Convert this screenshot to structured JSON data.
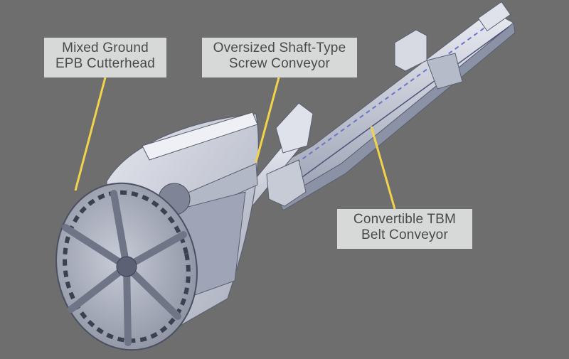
{
  "labels": {
    "cutterhead": {
      "line1": "Mixed Ground",
      "line2": "EPB Cutterhead"
    },
    "screw_conveyor": {
      "line1": "Oversized Shaft-Type",
      "line2": "Screw Conveyor"
    },
    "belt_conveyor": {
      "line1": "Convertible TBM",
      "line2": "Belt Conveyor"
    }
  },
  "colors": {
    "background": "#6d6e6d",
    "label_fill": "#d7d8d8",
    "label_text": "#4a4a4a",
    "leader_line": "#f2d34a",
    "machine_body": "#c9cdd6",
    "machine_shadow": "#8f94a3",
    "machine_accent": "#6b74c8"
  }
}
